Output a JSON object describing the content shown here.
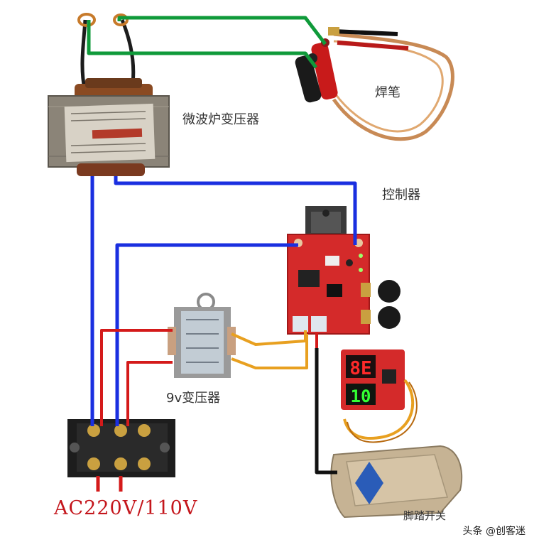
{
  "labels": {
    "microwave_transformer": "微波炉变压器",
    "weld_pen": "焊笔",
    "controller": "控制器",
    "transformer_9v": "9v变压器",
    "foot_switch": "脚踏开关",
    "mains": "AC220V/110V"
  },
  "watermark": "头条 @创客迷",
  "colors": {
    "blue_wire": "#1a2fe0",
    "green_wire": "#0f9a3a",
    "red_wire": "#d41a1a",
    "orange_wire": "#e8a020",
    "black_wire": "#111111",
    "board": "#d42a2a",
    "display_digits": "#ff2a2a",
    "display_digits_green": "#33ff33"
  },
  "display": {
    "top": "8E",
    "bottom": "10"
  }
}
